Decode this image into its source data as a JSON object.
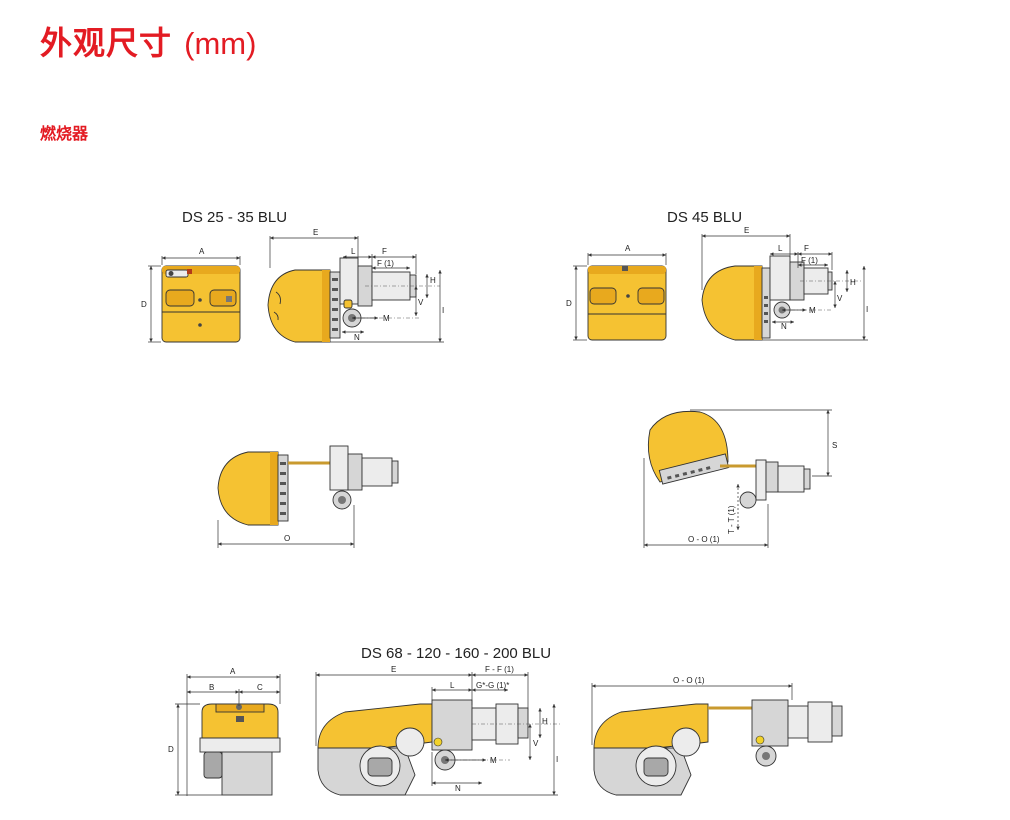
{
  "title": {
    "main": "外观尺寸",
    "unit": "(mm)"
  },
  "section": "燃烧器",
  "models": {
    "m1": "DS 25  - 35  BLU",
    "m2": "DS 45 BLU",
    "m3": "DS 68 - 120 - 160 - 200 BLU"
  },
  "dims": {
    "A": "A",
    "B": "B",
    "C": "C",
    "D": "D",
    "E": "E",
    "F": "F",
    "F1": "F (1)",
    "FF1": "F - F (1)",
    "GG1": "G*-G (1)*",
    "H": "H",
    "I": "I",
    "L": "L",
    "M": "M",
    "N": "N",
    "V": "V",
    "O": "O",
    "OO1": "O - O (1)",
    "S": "S",
    "TT1": "T - T (1)"
  },
  "colors": {
    "title_red": "#e31b23",
    "burner_yellow": "#f5c232",
    "metal_grey": "#d6d6d6"
  }
}
